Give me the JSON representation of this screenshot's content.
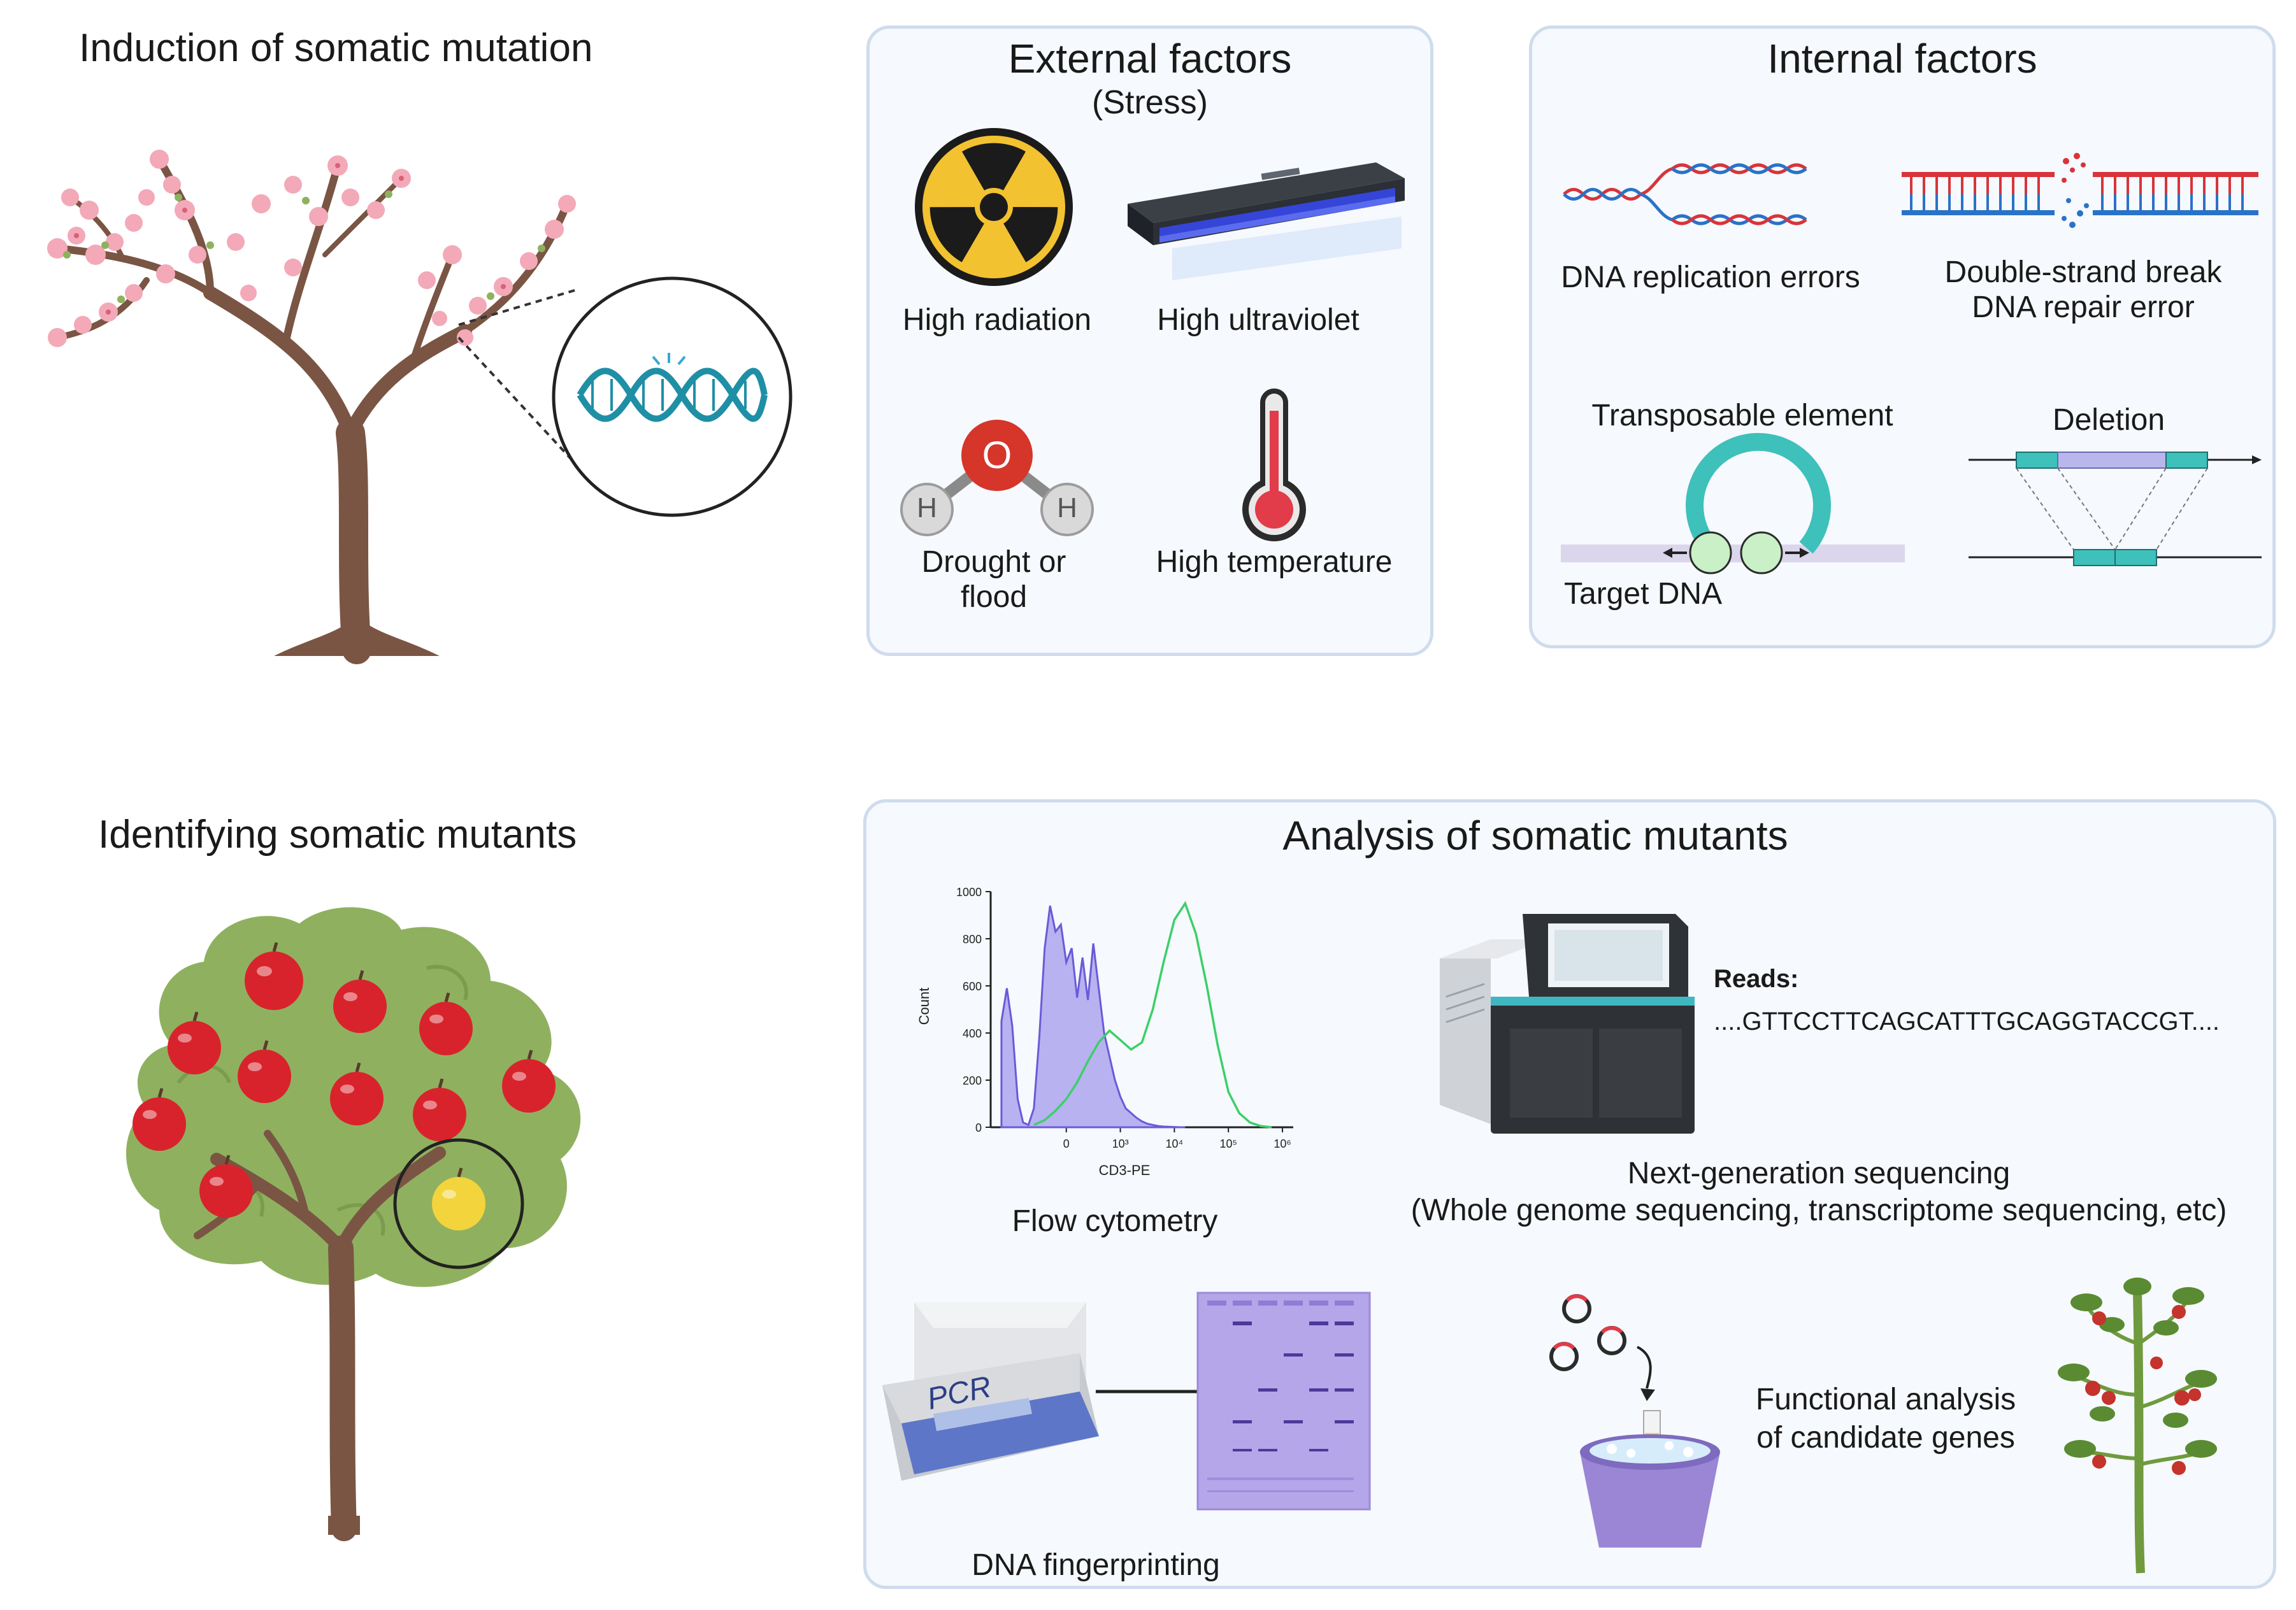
{
  "sections": {
    "induction_title": "Induction of somatic mutation",
    "identifying_title": "Identifying somatic mutants"
  },
  "external": {
    "title": "External factors",
    "subtitle": "(Stress)",
    "items": {
      "radiation": "High radiation",
      "ultraviolet": "High ultraviolet",
      "drought": "Drought or flood",
      "temperature": "High temperature"
    },
    "water_atoms": {
      "o": "O",
      "h": "H"
    }
  },
  "internal": {
    "title": "Internal factors",
    "items": {
      "replication": "DNA replication errors",
      "dsb": "Double-strand break DNA repair error",
      "transposable": "Transposable element",
      "target_dna": "Target DNA",
      "deletion": "Deletion"
    }
  },
  "analysis": {
    "title": "Analysis of somatic mutants",
    "flow_cytometry": "Flow cytometry",
    "ngs_title": "Next-generation sequencing",
    "ngs_sub": "(Whole genome sequencing, transcriptome sequencing, etc)",
    "reads_label": "Reads:",
    "reads_seq": "....GTTCCTTCAGCATTTGCAGGTACCGT....",
    "pcr_label": "PCR",
    "fingerprinting": "DNA fingerprinting",
    "functional_line1": "Functional analysis",
    "functional_line2": "of candidate genes"
  },
  "chart_data": {
    "type": "area",
    "xlabel": "CD3-PE",
    "ylabel": "Count",
    "ylim": [
      0,
      1000
    ],
    "yticks": [
      "0",
      "200",
      "400",
      "600",
      "800",
      "1000"
    ],
    "xticks": [
      "0",
      "10³",
      "10⁴",
      "10⁵",
      "10⁶"
    ],
    "series": [
      {
        "x": [
          -1.4,
          -1.3,
          -1.2,
          -1.1,
          -1.0,
          -0.9,
          -0.8,
          -0.7,
          -0.6,
          -0.5,
          -0.4,
          -0.3,
          -0.2,
          -0.1,
          0.0,
          0.1,
          0.2,
          0.3,
          0.4,
          0.5,
          0.6,
          0.7,
          0.8,
          0.9,
          1.0,
          1.1,
          1.2,
          1.3,
          1.4,
          1.5,
          1.6,
          1.7,
          1.8,
          1.9,
          2.0
        ],
        "values": [
          450,
          590,
          430,
          120,
          20,
          10,
          80,
          380,
          760,
          940,
          830,
          860,
          700,
          760,
          550,
          720,
          540,
          780,
          590,
          400,
          300,
          200,
          130,
          80,
          60,
          40,
          25,
          15,
          10,
          5,
          3,
          2,
          1,
          0,
          0
        ]
      },
      {
        "x": [
          -0.8,
          -0.6,
          -0.4,
          -0.2,
          0.0,
          0.2,
          0.4,
          0.6,
          0.8,
          1.0,
          1.2,
          1.4,
          1.6,
          1.8,
          2.0,
          2.2,
          2.4,
          2.6,
          2.8,
          3.0,
          3.2,
          3.4,
          3.6
        ],
        "values": [
          10,
          30,
          70,
          120,
          190,
          280,
          360,
          410,
          370,
          330,
          360,
          500,
          700,
          880,
          950,
          820,
          600,
          350,
          150,
          60,
          20,
          5,
          0
        ]
      }
    ]
  },
  "colors": {
    "panel_bg": "#f6f9fd",
    "panel_border": "#cfdcee",
    "blossom": "#f3a9b8",
    "trunk": "#7a5544",
    "dna": "#1f8fa6",
    "apple_red": "#d8232c",
    "apple_yellow": "#f3d43c",
    "foliage": "#8fb15f",
    "teal": "#3ec0bb",
    "uv_blue": "#3545d8",
    "gel": "#b5a6ea",
    "flow_purple": "#6a5ad8",
    "flow_green": "#3ccf6a"
  }
}
